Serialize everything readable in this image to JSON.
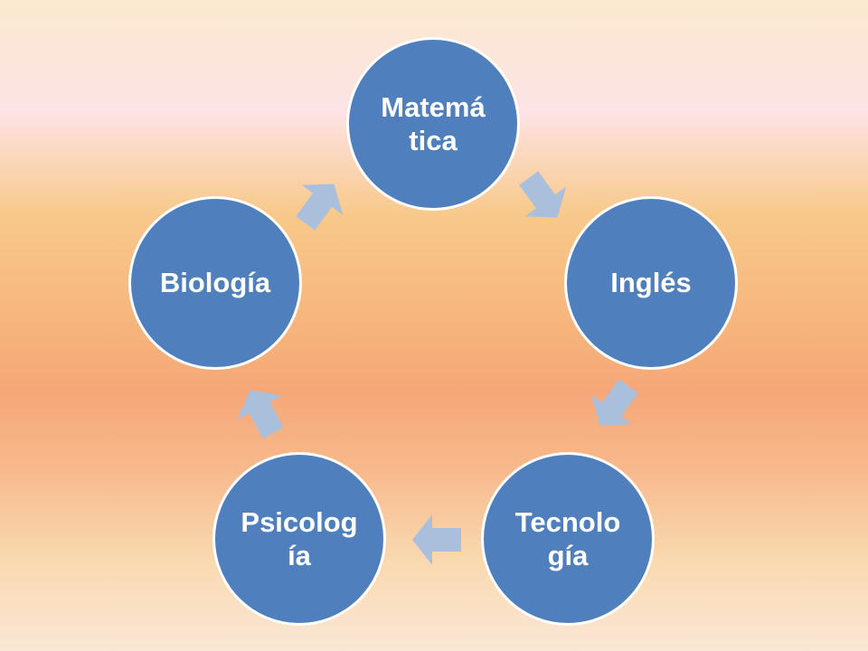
{
  "diagram": {
    "type": "cycle",
    "node_color": "#4f80bd",
    "arrow_color": "#aabfdc",
    "nodes": [
      {
        "id": "matematica",
        "line1": "Matemá",
        "line2": "tica"
      },
      {
        "id": "ingles",
        "line1": "Inglés",
        "line2": ""
      },
      {
        "id": "tecnologia",
        "line1": "Tecnolo",
        "line2": "gía"
      },
      {
        "id": "psicologia",
        "line1": "Psicolog",
        "line2": "ía"
      },
      {
        "id": "biologia",
        "line1": "Biología",
        "line2": ""
      }
    ],
    "edges": [
      {
        "from": "matematica",
        "to": "ingles"
      },
      {
        "from": "ingles",
        "to": "tecnologia"
      },
      {
        "from": "tecnologia",
        "to": "psicologia"
      },
      {
        "from": "psicologia",
        "to": "biologia"
      },
      {
        "from": "biologia",
        "to": "matematica"
      }
    ]
  }
}
